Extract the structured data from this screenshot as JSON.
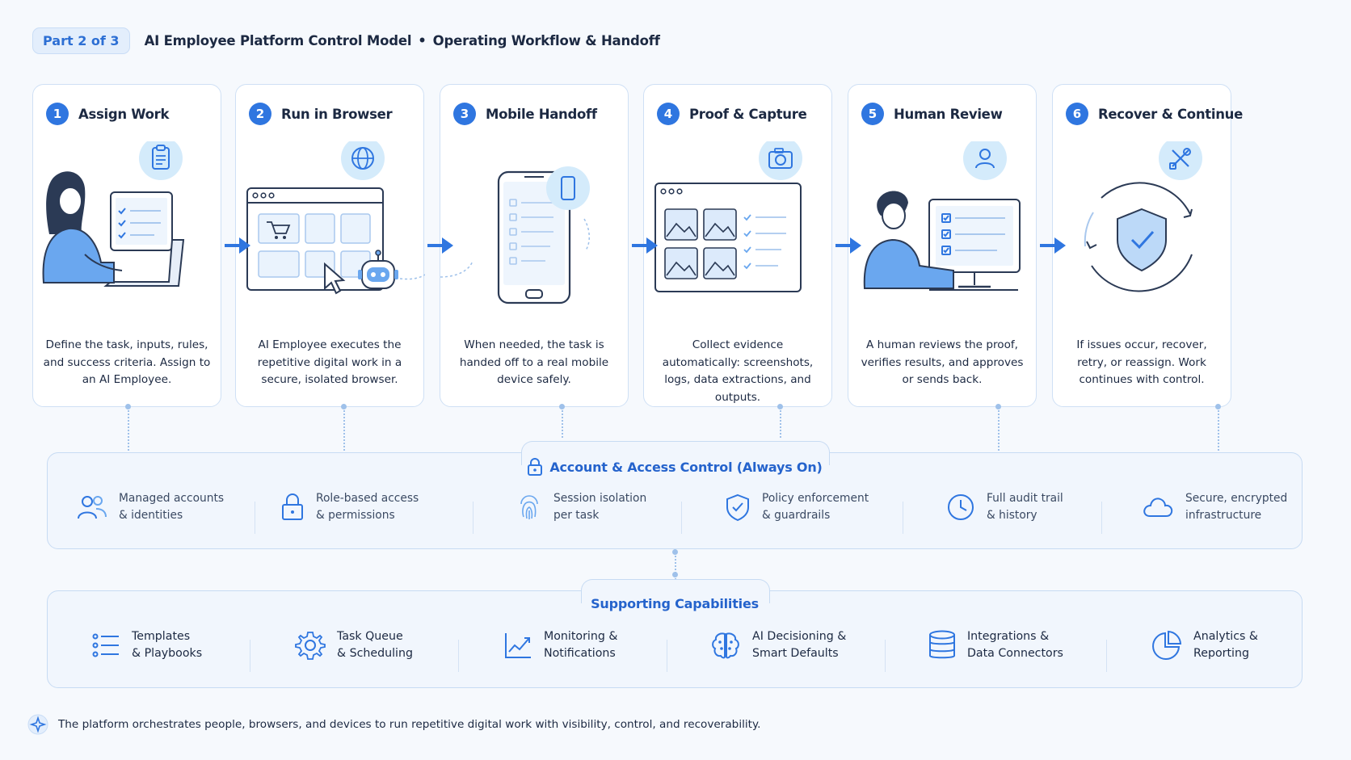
{
  "header": {
    "badge": "Part 2 of 3",
    "title": "AI Employee Platform Control Model",
    "separator": "•",
    "subtitle": "Operating Workflow & Handoff"
  },
  "steps": [
    {
      "number": "1",
      "title": "Assign Work",
      "description": "Define the task, inputs, rules, and success criteria. Assign to an AI Employee."
    },
    {
      "number": "2",
      "title": "Run in Browser",
      "description": "AI Employee executes the repetitive digital work in a secure, isolated browser."
    },
    {
      "number": "3",
      "title": "Mobile Handoff",
      "description": "When needed, the task is handed off to a real mobile device safely."
    },
    {
      "number": "4",
      "title": "Proof & Capture",
      "description": "Collect evidence automatically: screenshots, logs, data extractions, and outputs."
    },
    {
      "number": "5",
      "title": "Human Review",
      "description": "A human reviews the proof, verifies results, and approves or sends back."
    },
    {
      "number": "6",
      "title": "Recover & Continue",
      "description": "If issues occur, recover, retry, or reassign. Work continues with control."
    }
  ],
  "access_control": {
    "title": "Account & Access Control (Always On)",
    "items": [
      {
        "icon": "users-icon",
        "label": "Managed accounts\n& identities"
      },
      {
        "icon": "lock-icon",
        "label": "Role-based access\n& permissions"
      },
      {
        "icon": "fingerprint-icon",
        "label": "Session isolation\nper task"
      },
      {
        "icon": "shield-check-icon",
        "label": "Policy enforcement\n& guardrails"
      },
      {
        "icon": "clock-icon",
        "label": "Full audit trail\n& history"
      },
      {
        "icon": "cloud-icon",
        "label": "Secure, encrypted\ninfrastructure"
      }
    ]
  },
  "supporting": {
    "title": "Supporting Capabilities",
    "items": [
      {
        "icon": "list-icon",
        "label": "Templates\n& Playbooks"
      },
      {
        "icon": "gear-icon",
        "label": "Task Queue\n& Scheduling"
      },
      {
        "icon": "chart-line-icon",
        "label": "Monitoring &\nNotifications"
      },
      {
        "icon": "brain-icon",
        "label": "AI Decisioning &\nSmart Defaults"
      },
      {
        "icon": "database-icon",
        "label": "Integrations &\nData Connectors"
      },
      {
        "icon": "pie-chart-icon",
        "label": "Analytics &\nReporting"
      }
    ]
  },
  "footer": {
    "text": "The platform orchestrates people, browsers, and devices to run repetitive digital work with visibility, control, and recoverability."
  },
  "colors": {
    "accent": "#2f76e0",
    "accent_light": "#d4ebfb",
    "border": "#cfe0f5",
    "panel": "#f1f6fd"
  }
}
